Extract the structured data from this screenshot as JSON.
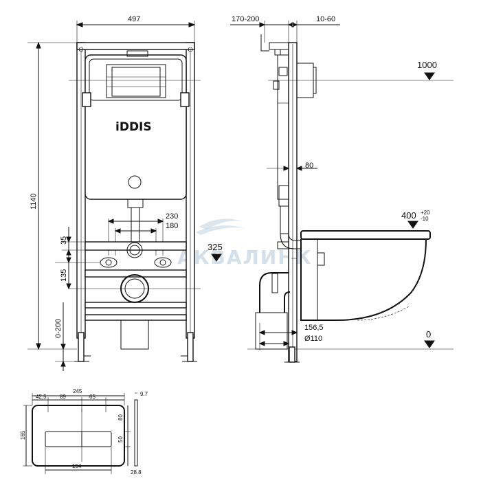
{
  "brand": "iDDIS",
  "watermark": "АКВАЛИНК",
  "front_view": {
    "width_label": "497",
    "height_label": "1140",
    "label_230": "230",
    "label_180": "180",
    "label_35": "35",
    "label_135": "135",
    "label_0_200": "0-200",
    "level_325": "325"
  },
  "side_view": {
    "label_170_200": "170-200",
    "label_10_60": "10-60",
    "label_80": "80",
    "label_156_5": "156,5",
    "label_d110": "Ø110",
    "level_1000": "1000",
    "level_400": "400",
    "level_400_tol_plus": "+20",
    "level_400_tol_minus": "-10",
    "level_0": "0"
  },
  "button_plate": {
    "width_label": "245",
    "label_42_5": "42.5",
    "label_89": "89",
    "label_65": "65",
    "label_9_7": "9.7",
    "height_label": "165",
    "label_80": "80",
    "label_50": "50",
    "label_154": "154",
    "label_28_8": "28.8"
  }
}
